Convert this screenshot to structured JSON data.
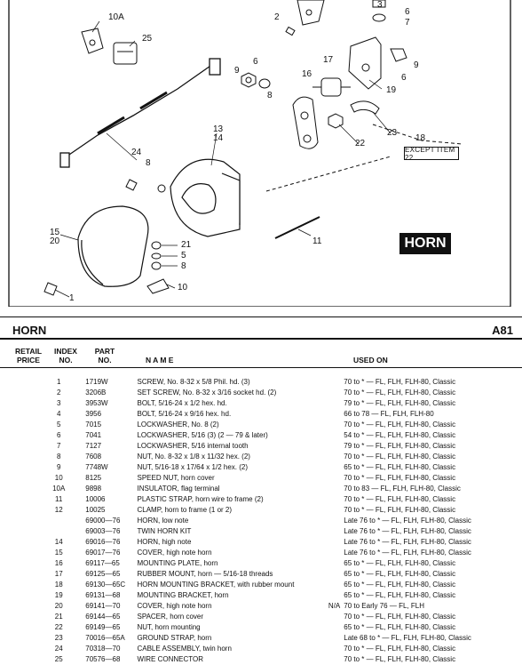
{
  "diagram": {
    "callouts": [
      "10A",
      "25",
      "2",
      "3",
      "6",
      "7",
      "9",
      "6",
      "8",
      "17",
      "16",
      "24",
      "13",
      "14",
      "8",
      "19",
      "6",
      "9",
      "23",
      "22",
      "18",
      "15",
      "20",
      "21",
      "5",
      "8",
      "10",
      "11",
      "1"
    ],
    "badge": "HORN",
    "except_note": "EXCEPT ITEM 22"
  },
  "section": {
    "title": "HORN",
    "code": "A81"
  },
  "columns": {
    "retail_price": "RETAIL\nPRICE",
    "index_no": "INDEX\nNO.",
    "part_no": "PART\nNO.",
    "name": "N A M E",
    "used_on": "USED ON"
  },
  "rows": [
    {
      "index": "1",
      "part": "1719W",
      "name": "SCREW, No. 8-32 x 5/8 Phil. hd. (3)",
      "used": "70 to * — FL, FLH, FLH-80, Classic"
    },
    {
      "index": "2",
      "part": "3206B",
      "name": "SET SCREW, No. 8-32 x 3/16 socket hd. (2)",
      "used": "70 to * — FL, FLH, FLH-80, Classic"
    },
    {
      "index": "3",
      "part": "3953W",
      "name": "BOLT, 5/16-24 x 1/2 hex. hd.",
      "used": "79 to * — FL, FLH, FLH-80, Classic"
    },
    {
      "index": "4",
      "part": "3956",
      "name": "BOLT, 5/16-24 x 9/16 hex. hd.",
      "used": "66 to 78 — FL, FLH, FLH-80"
    },
    {
      "index": "5",
      "part": "7015",
      "name": "LOCKWASHER, No. 8 (2)",
      "used": "70 to * — FL, FLH, FLH-80, Classic"
    },
    {
      "index": "6",
      "part": "7041",
      "name": "LOCKWASHER, 5/16 (3) (2 — 79 & later)",
      "used": "54 to * — FL, FLH, FLH-80, Classic"
    },
    {
      "index": "7",
      "part": "7127",
      "name": "LOCKWASHER, 5/16 internal tooth",
      "used": "79 to * — FL, FLH, FLH-80, Classic"
    },
    {
      "index": "8",
      "part": "7608",
      "name": "NUT, No. 8-32 x 1/8 x 11/32 hex. (2)",
      "used": "70 to * — FL, FLH, FLH-80, Classic"
    },
    {
      "index": "9",
      "part": "7748W",
      "name": "NUT, 5/16-18 x 17/64 x 1/2 hex. (2)",
      "used": "65 to * — FL, FLH, FLH-80, Classic"
    },
    {
      "index": "10",
      "part": "8125",
      "name": "SPEED NUT, horn cover",
      "used": "70 to * — FL, FLH, FLH-80, Classic"
    },
    {
      "index": "10A",
      "part": "9898",
      "name": "INSULATOR, flag terminal",
      "used": "70 to 83 — FL, FLH, FLH-80, Classic"
    },
    {
      "index": "11",
      "part": "10006",
      "name": "PLASTIC STRAP, horn wire to frame (2)",
      "used": "70 to * — FL, FLH, FLH-80, Classic"
    },
    {
      "index": "12",
      "part": "10025",
      "name": "CLAMP, horn to frame (1 or 2)",
      "used": "70 to * — FL, FLH, FLH-80, Classic"
    },
    {
      "index": "",
      "part": "69000—76",
      "name": "HORN, low note",
      "used": "Late 76 to * — FL, FLH, FLH-80, Classic"
    },
    {
      "index": "",
      "part": "69003—76",
      "name": "TWIN HORN KIT",
      "used": "Late 76 to * — FL, FLH, FLH-80, Classic"
    },
    {
      "index": "14",
      "part": "69016—76",
      "name": "HORN, high note",
      "used": "Late 76 to * — FL, FLH, FLH-80, Classic"
    },
    {
      "index": "15",
      "part": "69017—76",
      "name": "COVER, high note horn",
      "used": "Late 76 to * — FL, FLH, FLH-80, Classic"
    },
    {
      "index": "16",
      "part": "69117—65",
      "name": "MOUNTING PLATE, horn",
      "used": "65 to * — FL, FLH, FLH-80, Classic"
    },
    {
      "index": "17",
      "part": "69125—65",
      "name": "RUBBER MOUNT, horn — 5/16-18 threads",
      "used": "65 to * — FL, FLH, FLH-80, Classic"
    },
    {
      "index": "18",
      "part": "69130—65C",
      "name": "HORN MOUNTING BRACKET, with rubber mount",
      "used": "65 to * — FL, FLH, FLH-80, Classic"
    },
    {
      "index": "19",
      "part": "69131—68",
      "name": "MOUNTING BRACKET, horn",
      "used": "65 to * — FL, FLH, FLH-80, Classic"
    },
    {
      "index": "20",
      "part": "69141—70",
      "name": "COVER, high note horn",
      "na": "N/A",
      "used": "70 to Early 76 — FL, FLH"
    },
    {
      "index": "21",
      "part": "69144—65",
      "name": "SPACER, horn cover",
      "used": "70 to * — FL, FLH, FLH-80, Classic"
    },
    {
      "index": "22",
      "part": "69149—65",
      "name": "NUT, horn mounting",
      "used": "65 to * — FL, FLH, FLH-80, Classic"
    },
    {
      "index": "23",
      "part": "70016—65A",
      "name": "GROUND STRAP, horn",
      "used": "Late 68 to * — FL, FLH, FLH-80, Classic"
    },
    {
      "index": "24",
      "part": "70318—70",
      "name": "CABLE ASSEMBLY, twin horn",
      "used": "70 to * — FL, FLH, FLH-80, Classic"
    },
    {
      "index": "25",
      "part": "70576—68",
      "name": "WIRE CONNECTOR",
      "used": "70 to * — FL, FLH, FLH-80, Classic"
    }
  ]
}
